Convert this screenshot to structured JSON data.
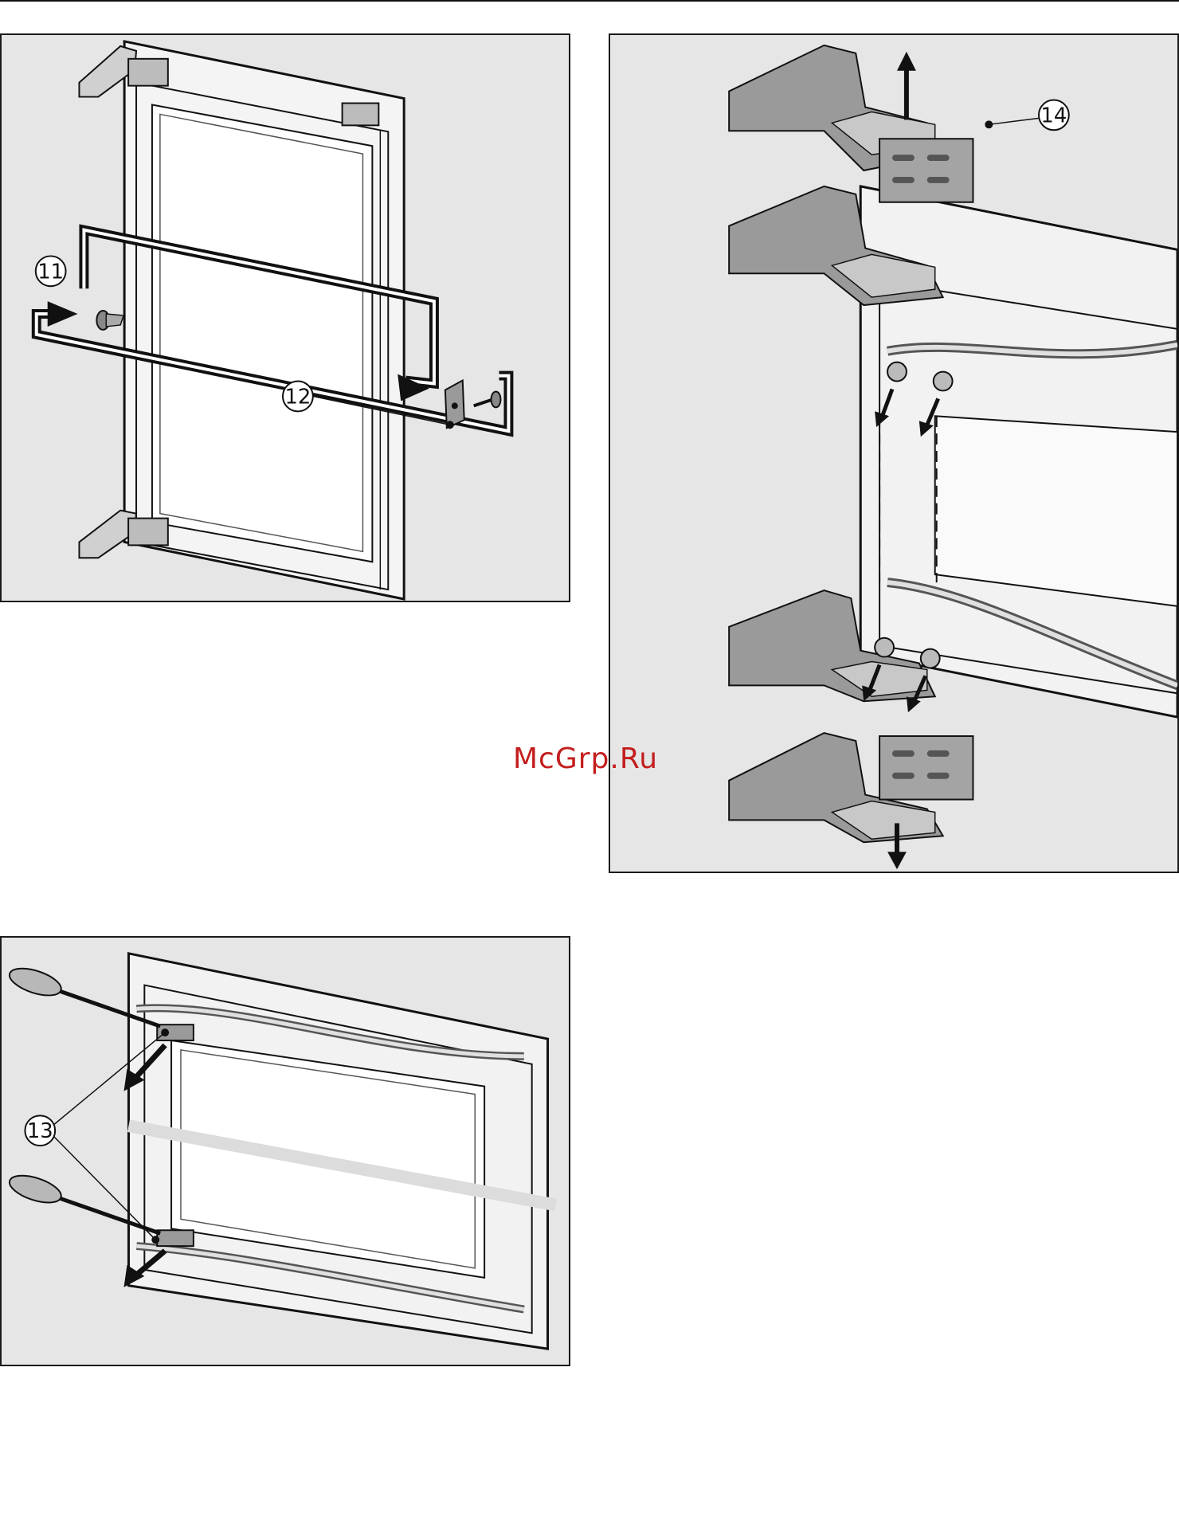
{
  "watermark": {
    "text": "McGrp.Ru"
  },
  "panels": [
    {
      "id": "panel-a",
      "callouts": [
        "11",
        "12"
      ]
    },
    {
      "id": "panel-b",
      "callouts": [
        "14"
      ]
    },
    {
      "id": "panel-c",
      "callouts": [
        "13"
      ]
    }
  ],
  "colors": {
    "panel_bg": "#e6e6e6",
    "line": "#111111",
    "part_fill": "#9a9a9a",
    "part_light": "#c8c8c8",
    "watermark": "#c41e1e"
  }
}
